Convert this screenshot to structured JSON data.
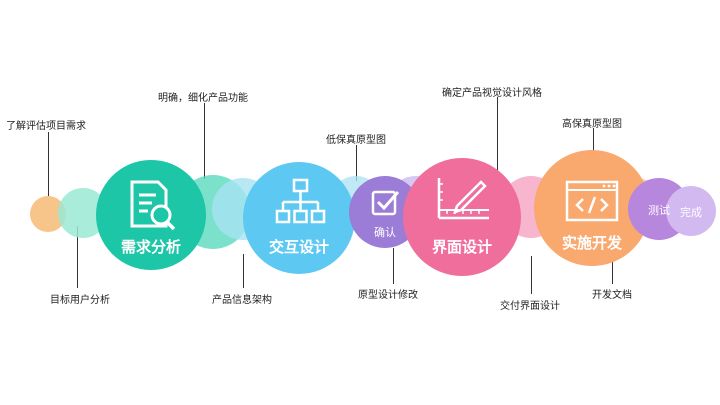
{
  "stages": {
    "s1": {
      "label": "需求分析",
      "color": "#1dc6a6",
      "icon": "document-search-icon"
    },
    "s2": {
      "label": "交互设计",
      "color": "#5dc9f3",
      "icon": "sitemap-icon"
    },
    "s3": {
      "label": "确认",
      "color": "#9b7cd6",
      "icon": "checkbox-icon"
    },
    "s4": {
      "label": "界面设计",
      "color": "#f06e9c",
      "icon": "ruler-pencil-icon"
    },
    "s5": {
      "label": "实施开发",
      "color": "#f9a86e",
      "icon": "code-window-icon"
    },
    "s6": {
      "label": "测试",
      "color": "#b786dd"
    },
    "s7": {
      "label": "完成",
      "color": "#d2b9f0"
    }
  },
  "annotations": {
    "a1": "了解评估项目需求",
    "a2": "目标用户分析",
    "a3": "明确，细化产品功能",
    "a4": "产品信息架构",
    "a5": "低保真原型图",
    "a6": "原型设计修改",
    "a7": "确定产品视觉设计风格",
    "a8": "交付界面设计",
    "a9": "高保真原型图",
    "a10": "开发文档"
  },
  "colors": {
    "peach": "#f7c489",
    "mint": "#9ae9d3",
    "teal_light": "#4fd7b8",
    "sky_light": "#a8e2f2",
    "lavender_light": "#cbbcf0",
    "pink_light": "#f7a9c6",
    "orange_light": "#fbc9a6"
  }
}
